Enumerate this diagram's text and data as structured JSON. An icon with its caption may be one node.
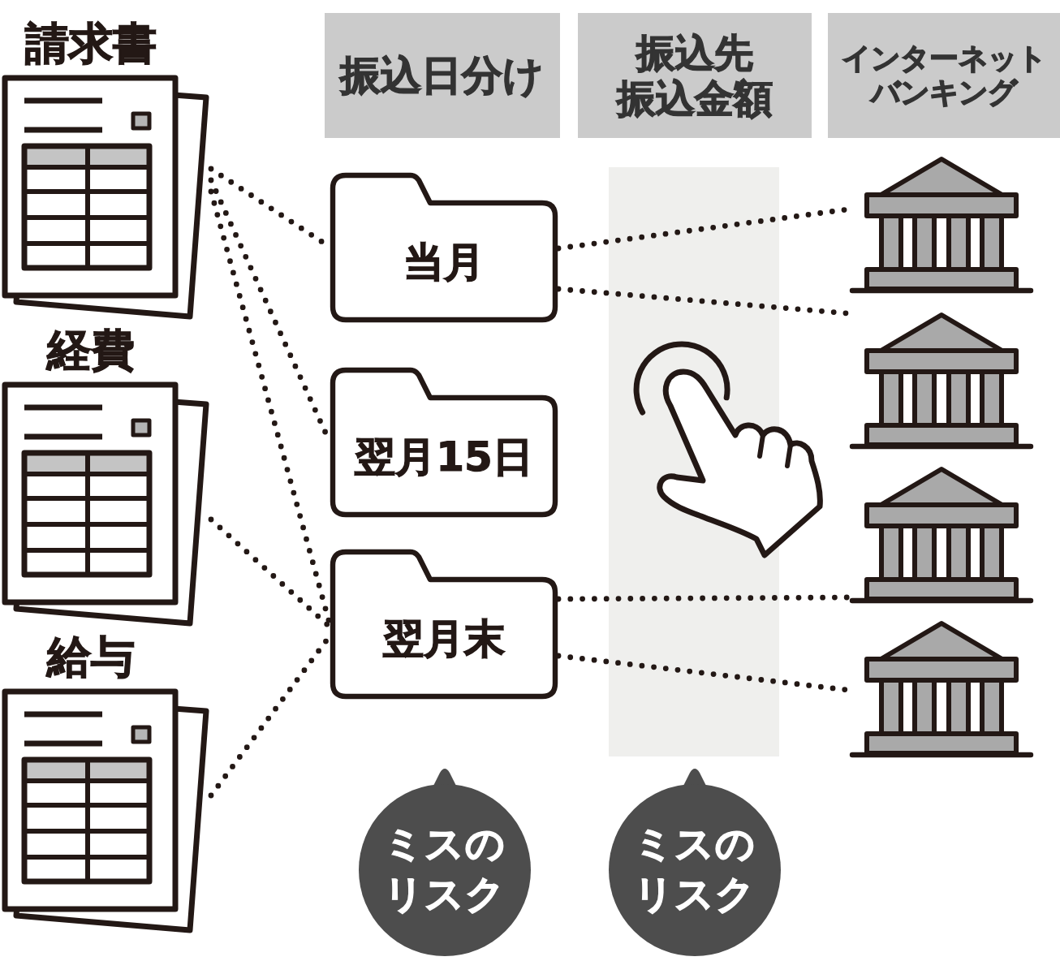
{
  "diagram": {
    "nodes": [
      {
        "text": [
          "振込日分け"
        ]
      },
      {
        "text": [
          "振込先",
          "振込金額"
        ]
      },
      {
        "text": [
          "インターネットバンキング"
        ]
      },
      {
        "text": [
          "請求書"
        ]
      },
      {
        "text": [
          "経費"
        ]
      },
      {
        "text": [
          "給与"
        ]
      },
      {
        "text": [
          "当月"
        ]
      },
      {
        "text": [
          "翌月15日"
        ]
      },
      {
        "text": [
          "翌月末"
        ]
      },
      {
        "text": [],
        "shape": "picture"
      },
      {
        "text": [],
        "shape": "picture"
      },
      {
        "text": [],
        "shape": "picture"
      },
      {
        "text": [],
        "shape": "picture"
      },
      {
        "text": [
          "ミスのリスク"
        ]
      },
      {
        "text": [
          "ミスのリスク"
        ]
      }
    ],
    "edges": [
      {
        "from": 3,
        "to": 6,
        "arrow": "none",
        "style": "dashed"
      },
      {
        "from": 3,
        "to": 7,
        "arrow": "none",
        "style": "dashed"
      },
      {
        "from": 3,
        "to": 8,
        "arrow": "none",
        "style": "dashed"
      },
      {
        "from": 4,
        "to": 8,
        "arrow": "none",
        "style": "dashed"
      },
      {
        "from": 5,
        "to": 8,
        "arrow": "none",
        "style": "dashed"
      },
      {
        "from": 6,
        "to": 9,
        "arrow": "none",
        "style": "dashed"
      },
      {
        "from": 6,
        "to": 10,
        "arrow": "none",
        "style": "dashed"
      },
      {
        "from": 8,
        "to": 11,
        "arrow": "none",
        "style": "dashed"
      },
      {
        "from": 8,
        "to": 12,
        "arrow": "none",
        "style": "dashed"
      }
    ]
  }
}
